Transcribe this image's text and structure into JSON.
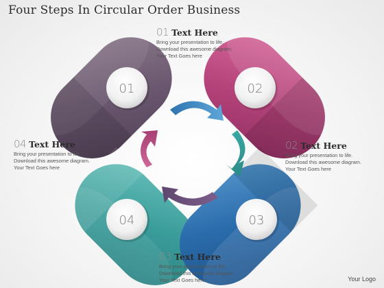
{
  "title": "Four Steps In Circular Order Business",
  "steps": [
    {
      "number": "01",
      "heading": "Text Here",
      "body": [
        "Bring your presentation to life.",
        "Download this awesome diagram.",
        "Your Text Goes here"
      ]
    },
    {
      "number": "02",
      "heading": "Text Here",
      "body": [
        "Bring your presentation to life.",
        "Download this awesome diagram.",
        "Your Text Goes here"
      ]
    },
    {
      "number": "03",
      "heading": "Text Here",
      "body": [
        "Bring your presentation to life.",
        "Download this awesome diagram.",
        "Your Text Goes here"
      ]
    },
    {
      "number": "04",
      "heading": "Text Here",
      "body": [
        "Bring your presentation to life.",
        "Download this awesome diagram.",
        "Your Text Goes here"
      ]
    }
  ],
  "badges": [
    "01",
    "02",
    "03",
    "04"
  ],
  "colors": {
    "step1": "#6e5a6e",
    "step2": "#b8457c",
    "step3": "#2a6aa8",
    "step4": "#3a9a98",
    "arrow_blue": "#3a8cc6",
    "arrow_teal": "#3aa3a0",
    "arrow_magenta": "#b84f86",
    "arrow_purple": "#6b4f78"
  },
  "logo": "Your Logo"
}
